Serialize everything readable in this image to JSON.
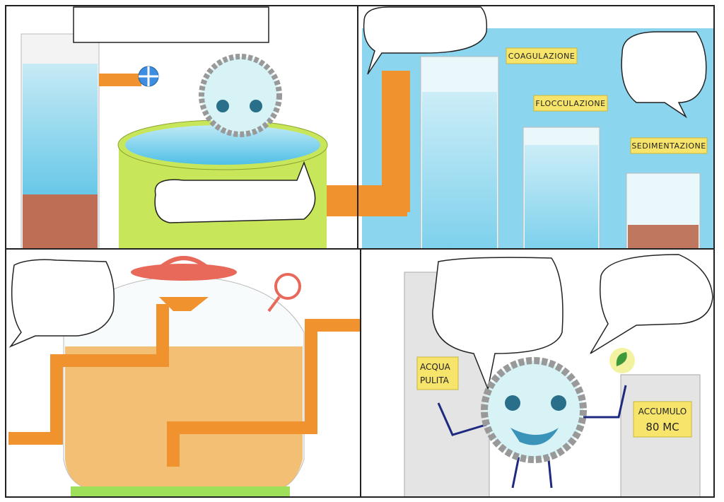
{
  "comic": {
    "panel1": {
      "caption": ""
    },
    "panel2": {
      "labels": [
        "COAGULAZIONE",
        "FLOCCULAZIONE",
        "SEDIMENTAZIONE"
      ]
    },
    "panel4": {
      "label_clean_line1": "ACQUA",
      "label_clean_line2": "PULITA",
      "label_storage_line1": "ACCUMULO",
      "label_storage_line2": "80 MC"
    }
  },
  "colors": {
    "water": "#5cc4e6",
    "pipe": "#f0922e",
    "sand": "#f2b45c",
    "mud": "#b5563a",
    "tank_green": "#c8e65a",
    "label_yellow": "#f7e46a"
  }
}
